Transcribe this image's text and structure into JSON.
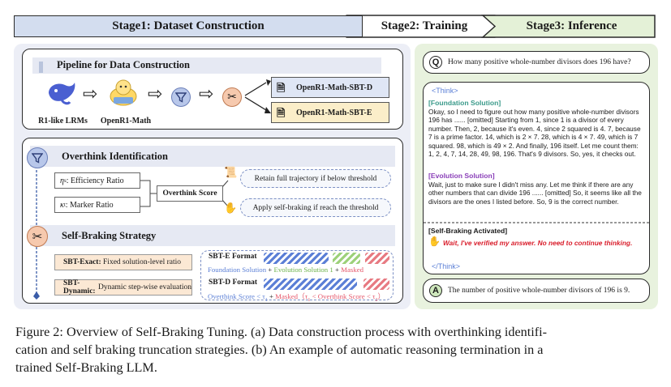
{
  "stages": {
    "stage1": "Stage1: Dataset Construction",
    "stage2": "Stage2: Training",
    "stage3": "Stage3: Inference"
  },
  "pipeline": {
    "title": "Pipeline for Data Construction",
    "model_label": "R1-like LRMs",
    "dataset_label": "OpenR1-Math",
    "output_d": "OpenR1-Math-SBT-D",
    "output_e": "OpenR1-Math-SBT-E"
  },
  "overthink": {
    "title": "Overthink Identification",
    "param1_symbol": "η",
    "param1_sub": "s",
    "param1_label": ": Efficiency Ratio",
    "param2_symbol": "κ",
    "param2_sub": "t",
    "param2_label": ": Marker Ratio",
    "score_label": "Overthink Score",
    "retain_text": "Retain full trajectory if below threshold",
    "brake_text": "Apply self-braking if reach the threshold"
  },
  "braking": {
    "title": "Self-Braking Strategy",
    "exact_name": "SBT-Exact:",
    "exact_desc": " Fixed solution-level ratio",
    "dynamic_name": "SBT-Dynamic:",
    "dynamic_desc": " Dynamic step-wise evaluation",
    "e_format_title": "SBT-E Format",
    "e_format_parts": [
      "Foundation Solution",
      " + ",
      "Evolution Solution 1",
      " + ",
      "Masked"
    ],
    "d_format_title": "SBT-D Format",
    "d_format_left": "Overthink Score < τ",
    "d_format_left_sub": "1",
    "d_format_plus": " + ",
    "d_format_masked": "Masked",
    "d_format_right_open": "（τ",
    "d_format_right_sub1": "1",
    "d_format_right_mid": " < Overthink Score < τ",
    "d_format_right_sub2": "2",
    "d_format_right_close": "）"
  },
  "inference": {
    "q_badge": "Q",
    "question": "How many positive whole-number divisors does 196 have?",
    "think_open": "<Think>",
    "foundation_head": "[Foundation Solution]",
    "foundation_text": "Okay, so I need to figure out how many positive whole-number divisors 196 has ...... [omitted] Starting from 1, since 1 is a divisor of every number. Then, 2, because it's even. 4, since 2 squared is 4. 7, because 7 is a prime factor. 14, which is 2 × 7. 28, which is 4 × 7. 49, which is 7 squared. 98, which is 49 × 2. And finally, 196 itself. Let me count them: 1, 2, 4, 7, 14, 28, 49, 98, 196. That's 9 divisors. So, yes, it checks out.",
    "evolution_head": "[Evolution Solution]",
    "evolution_text": "Wait, just to make sure I didn't miss any. Let me think if there are any other numbers that can divide 196 ...... [omitted] So, it seems like all the divisors are the ones I listed before. So, 9 is the correct number.",
    "braking_head": "[Self-Braking Activated]",
    "braking_text": "Wait, I've verified my answer. No need to continue thinking.",
    "think_close": "</Think>",
    "a_badge": "A",
    "answer": "The number of positive whole-number divisors of 196 is 9."
  },
  "caption": {
    "line1": "Figure 2: Overview of Self-Braking Tuning. (a) Data construction process with overthinking identifi-",
    "line2": "cation and self braking truncation strategies. (b) An example of automatic reasoning termination in a",
    "line3": "trained Self-Braking LLM."
  },
  "colors": {
    "stage1_bg": "#d3ddef",
    "stage3_bg": "#e4f1d7",
    "foundation": "#5b7fd6",
    "evolution": "#9dd17a",
    "masked": "#e5566a",
    "braking_text": "#d91c2a",
    "evolution_head": "#8a3fb8",
    "foundation_head": "#3a9a8a"
  }
}
